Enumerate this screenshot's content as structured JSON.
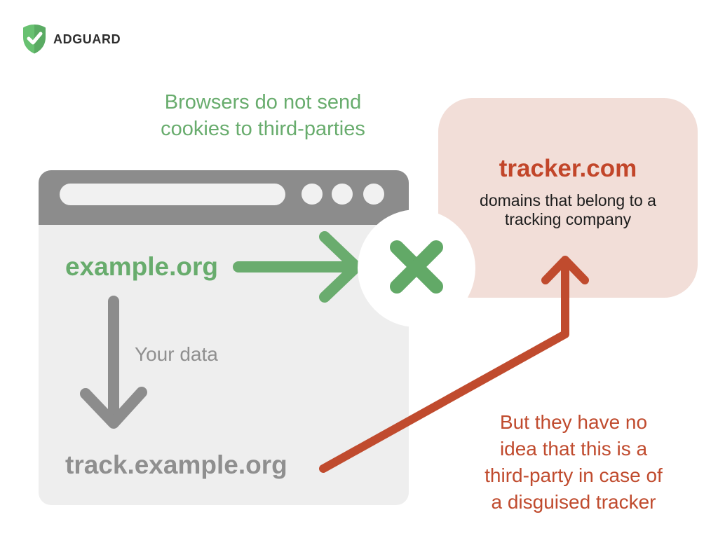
{
  "brand": {
    "name": "ADGUARD"
  },
  "heading": "Browsers do not send\ncookies to third-parties",
  "browser_window": {
    "site": "example.org",
    "data_label": "Your data",
    "tracking_subdomain": "track.example.org"
  },
  "tracker_bubble": {
    "domain": "tracker.com",
    "description": "domains that belong to a\ntracking company"
  },
  "note": "But they have no\nidea that this is a\nthird-party in case of\na disguised tracker",
  "colors": {
    "green": "#68ac6d",
    "gray": "#8c8c8c",
    "browser_body": "#eeeeee",
    "pink": "#f2ded8",
    "red": "#c04b2e",
    "dark_text": "#1d1d1d",
    "brand_text": "#2d2d2d"
  },
  "icons": {
    "logo": "shield-check-icon",
    "blocked": "cross-icon",
    "request_flow": "right-arrow-icon",
    "data_flow": "down-arrow-icon",
    "disguised_flow": "bent-arrow-icon"
  }
}
